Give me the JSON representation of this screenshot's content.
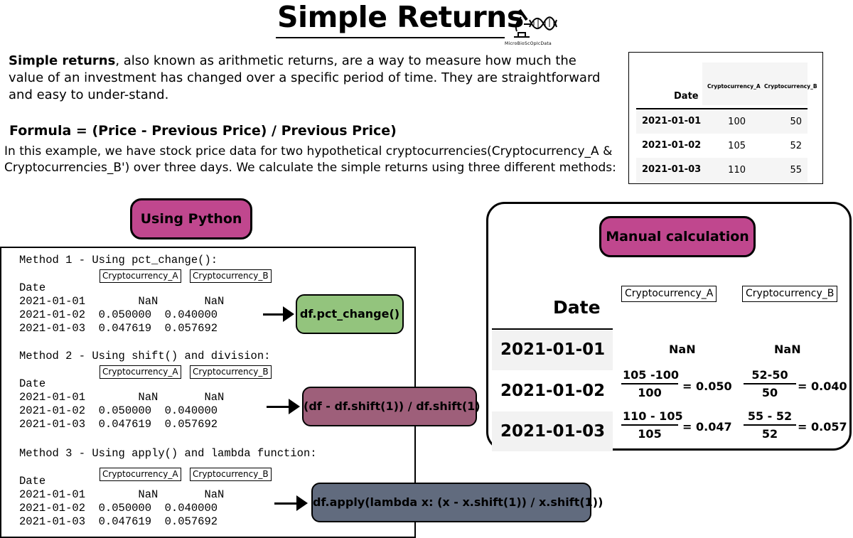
{
  "title": "Simple Returns",
  "logo_text": "MicroBioScOpIcData",
  "intro": {
    "bold": "Simple returns",
    "rest": ", also known as arithmetic returns, are a way to measure how much the value of an investment has changed over a specific period of time. They are straightforward and easy to under-stand."
  },
  "formula": "Formula =  (Price - Previous Price) / Previous Price)",
  "example": "In this example, we have stock price data for two hypothetical cryptocurrencies(Cryptocurrency_A & Cryptocurrencies_B') over three days. We calculate the simple returns using three different methods:",
  "price_table": {
    "index_label": "Date",
    "columns": [
      "Cryptocurrency_A",
      "Cryptocurrency_B"
    ],
    "rows": [
      {
        "date": "2021-01-01",
        "a": "100",
        "b": "50"
      },
      {
        "date": "2021-01-02",
        "a": "105",
        "b": "52"
      },
      {
        "date": "2021-01-03",
        "a": "110",
        "b": "55"
      }
    ]
  },
  "badges": {
    "python": "Using Python",
    "manual": "Manual calculation"
  },
  "methods": [
    {
      "title": "Method 1 - Using pct_change():",
      "col_a": "Cryptocurrency_A",
      "col_b": "Cryptocurrency_B",
      "index_label": "Date",
      "rows": [
        "2021-01-01        NaN       NaN",
        "2021-01-02  0.050000  0.040000",
        "2021-01-03  0.047619  0.057692"
      ],
      "code": "df.pct_change()"
    },
    {
      "title": "Method 2 - Using shift() and division:",
      "col_a": "Cryptocurrency_A",
      "col_b": "Cryptocurrency_B",
      "index_label": "Date",
      "rows": [
        "2021-01-01        NaN       NaN",
        "2021-01-02  0.050000  0.040000",
        "2021-01-03  0.047619  0.057692"
      ],
      "code": "(df - df.shift(1)) / df.shift(1)"
    },
    {
      "title": "Method 3 - Using apply() and lambda function:",
      "col_a": "Cryptocurrency_A",
      "col_b": "Cryptocurrency_B",
      "index_label": "Date",
      "rows": [
        "2021-01-01        NaN       NaN",
        "2021-01-02  0.050000  0.040000",
        "2021-01-03  0.047619  0.057692"
      ],
      "code": "df.apply(lambda x: (x - x.shift(1)) / x.shift(1))"
    }
  ],
  "manual": {
    "col_a": "Cryptocurrency_A",
    "col_b": "Cryptocurrency_B",
    "index_label": "Date",
    "rows": [
      {
        "date": "2021-01-01",
        "a_nan": "NaN",
        "b_nan": "NaN"
      },
      {
        "date": "2021-01-02",
        "a_num": "105 -100",
        "a_den": "100",
        "a_res": "= 0.050",
        "b_num": "52-50",
        "b_den": "50",
        "b_res": "= 0.040"
      },
      {
        "date": "2021-01-03",
        "a_num": "110 - 105",
        "a_den": "105",
        "a_res": "= 0.047",
        "b_num": "55 - 52",
        "b_den": "52",
        "b_res": "= 0.057"
      }
    ]
  },
  "colors": {
    "badge": "#c0478e",
    "pill1": "#93c47d",
    "pill2": "#9e5f7a",
    "pill3": "#616b7e"
  },
  "icons": {
    "logo": "microscope-dna-icon",
    "arrows": "arrow-right-icon"
  }
}
